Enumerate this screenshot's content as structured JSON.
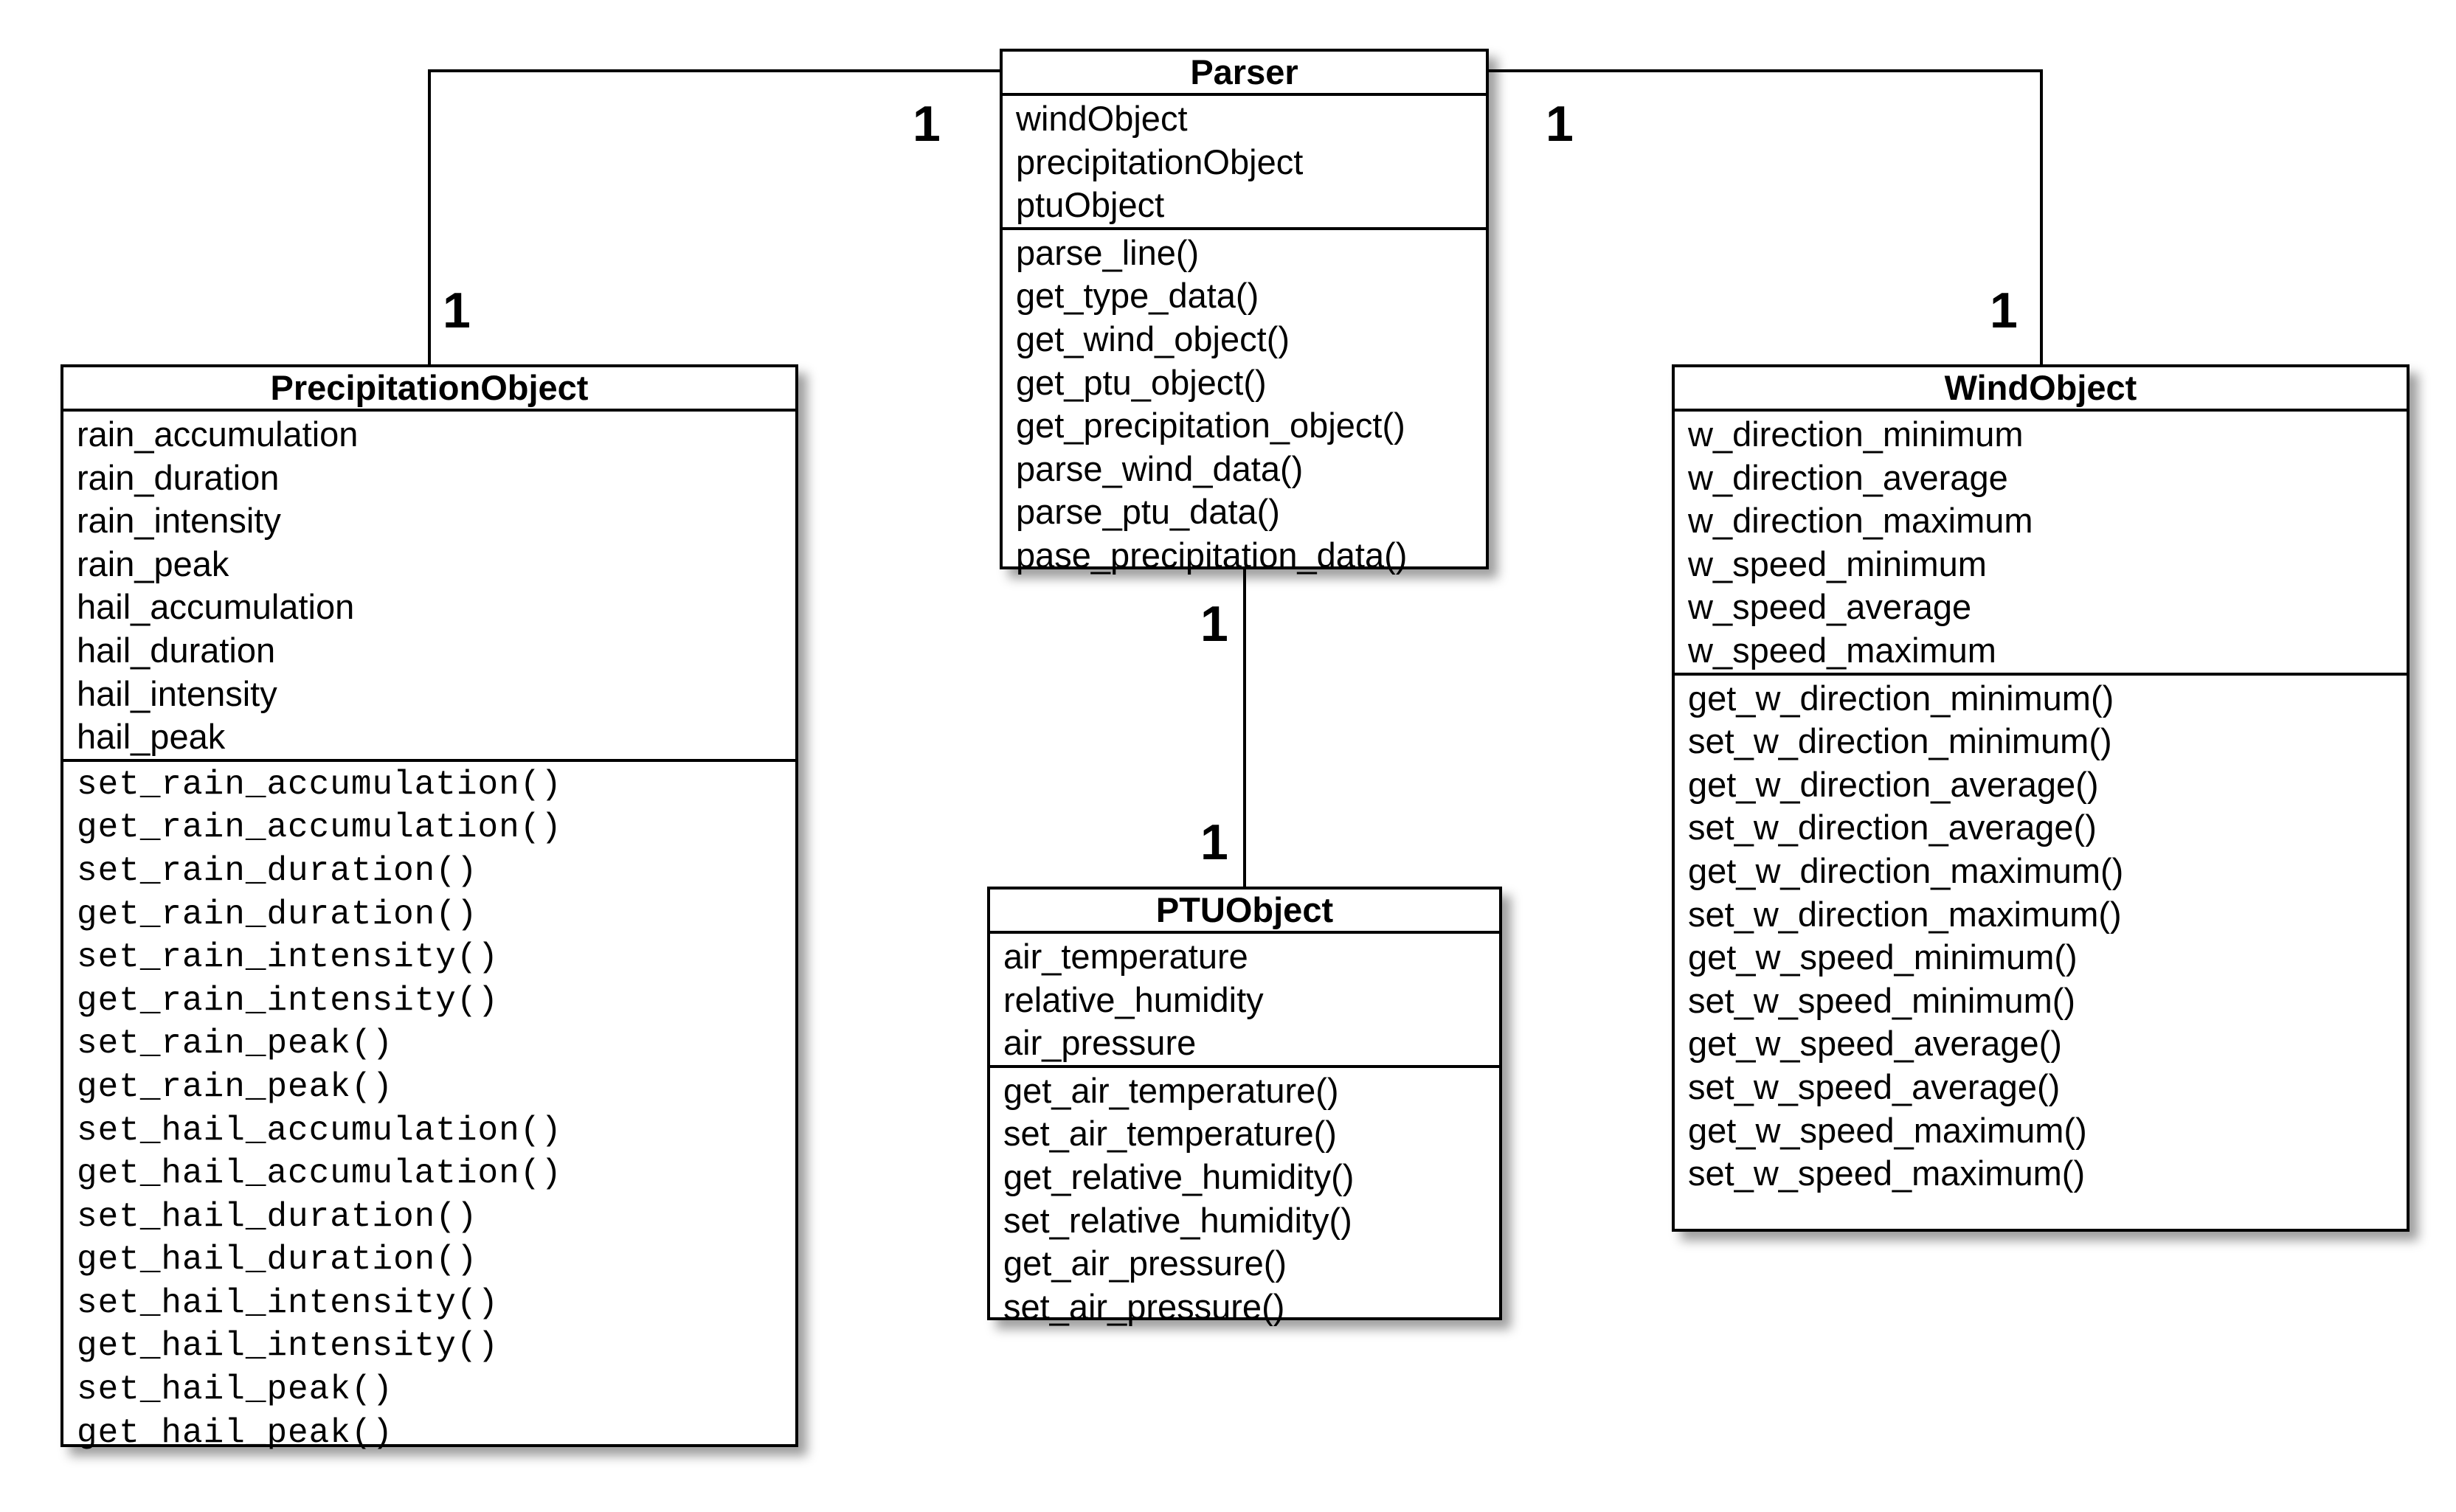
{
  "classes": {
    "parser": {
      "name": "Parser",
      "attributes": [
        "windObject",
        "precipitationObject",
        "ptuObject"
      ],
      "methods": [
        "parse_line()",
        "get_type_data()",
        "get_wind_object()",
        "get_ptu_object()",
        "get_precipitation_object()",
        "parse_wind_data()",
        "parse_ptu_data()",
        "pase_precipitation_data()"
      ]
    },
    "precipitation": {
      "name": "PrecipitationObject",
      "attributes": [
        "rain_accumulation",
        "rain_duration",
        "rain_intensity",
        "rain_peak",
        "hail_accumulation",
        "hail_duration",
        "hail_intensity",
        "hail_peak"
      ],
      "methods": [
        "set_rain_accumulation()",
        "get_rain_accumulation()",
        "set_rain_duration()",
        "get_rain_duration()",
        "set_rain_intensity()",
        "get_rain_intensity()",
        "set_rain_peak()",
        "get_rain_peak()",
        "set_hail_accumulation()",
        "get_hail_accumulation()",
        "set_hail_duration()",
        "get_hail_duration()",
        "set_hail_intensity()",
        "get_hail_intensity()",
        "set_hail_peak()",
        "get_hail_peak()"
      ]
    },
    "ptu": {
      "name": "PTUObject",
      "attributes": [
        "air_temperature",
        "relative_humidity",
        "air_pressure"
      ],
      "methods": [
        "get_air_temperature()",
        "set_air_temperature()",
        "get_relative_humidity()",
        "set_relative_humidity()",
        "get_air_pressure()",
        "set_air_pressure()"
      ]
    },
    "wind": {
      "name": "WindObject",
      "attributes": [
        "w_direction_minimum",
        "w_direction_average",
        "w_direction_maximum",
        "w_speed_minimum",
        "w_speed_average",
        "w_speed_maximum"
      ],
      "methods": [
        "get_w_direction_minimum()",
        "set_w_direction_minimum()",
        "get_w_direction_average()",
        "set_w_direction_average()",
        "get_w_direction_maximum()",
        "set_w_direction_maximum()",
        "get_w_speed_minimum()",
        "set_w_speed_minimum()",
        "get_w_speed_average()",
        "set_w_speed_average()",
        "get_w_speed_maximum()",
        "set_w_speed_maximum()"
      ]
    }
  },
  "multiplicities": {
    "parser_precipitation_parser_end": "1",
    "parser_precipitation_precipitation_end": "1",
    "parser_wind_parser_end": "1",
    "parser_wind_wind_end": "1",
    "parser_ptu_parser_end": "1",
    "parser_ptu_ptu_end": "1"
  }
}
